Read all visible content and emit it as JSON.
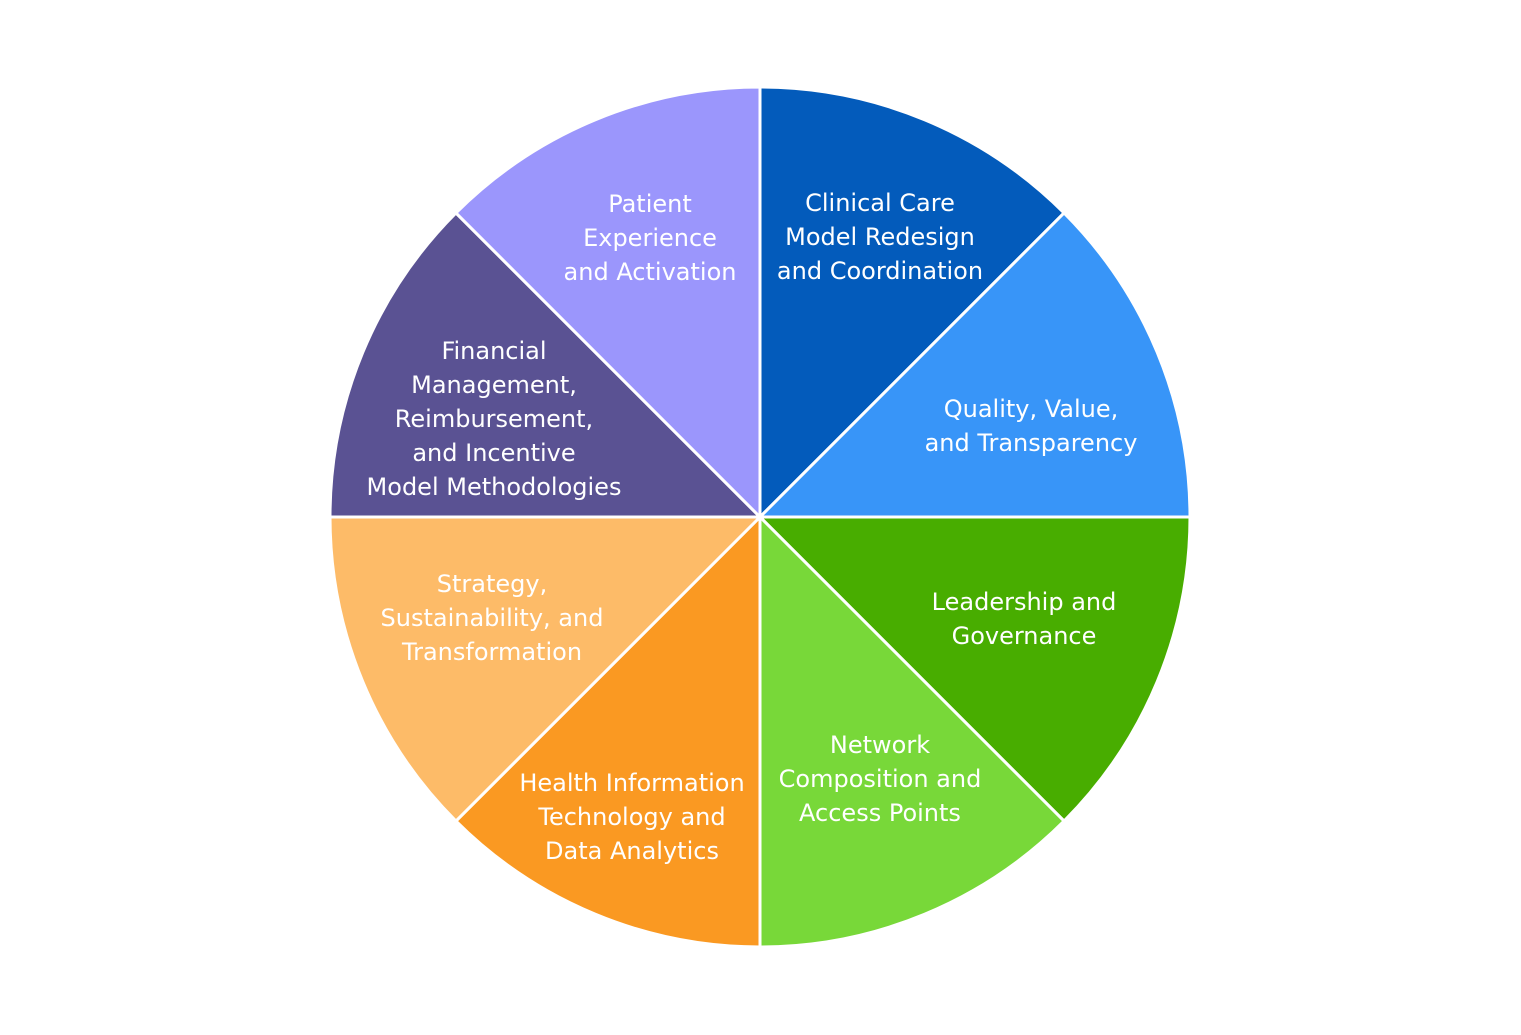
{
  "wheel": {
    "segments": [
      {
        "lines": [
          "Clinical Care",
          "Model Redesign",
          "and Coordination"
        ],
        "color": "#035BBB"
      },
      {
        "lines": [
          "Quality, Value,",
          "and Transparency"
        ],
        "color": "#3895F8"
      },
      {
        "lines": [
          "Leadership and",
          "Governance"
        ],
        "color": "#48AD00"
      },
      {
        "lines": [
          "Network",
          "Composition and",
          "Access Points"
        ],
        "color": "#78D839"
      },
      {
        "lines": [
          "Health Information",
          "Technology and",
          "Data Analytics"
        ],
        "color": "#FA9922"
      },
      {
        "lines": [
          "Strategy,",
          "Sustainability, and",
          "Transformation"
        ],
        "color": "#FDBB68"
      },
      {
        "lines": [
          "Financial",
          "Management,",
          "Reimbursement,",
          "and Incentive",
          "Model Methodologies"
        ],
        "color": "#5A5293"
      },
      {
        "lines": [
          "Patient",
          "Experience",
          "and Activation"
        ],
        "color": "#9B96FC"
      }
    ]
  }
}
